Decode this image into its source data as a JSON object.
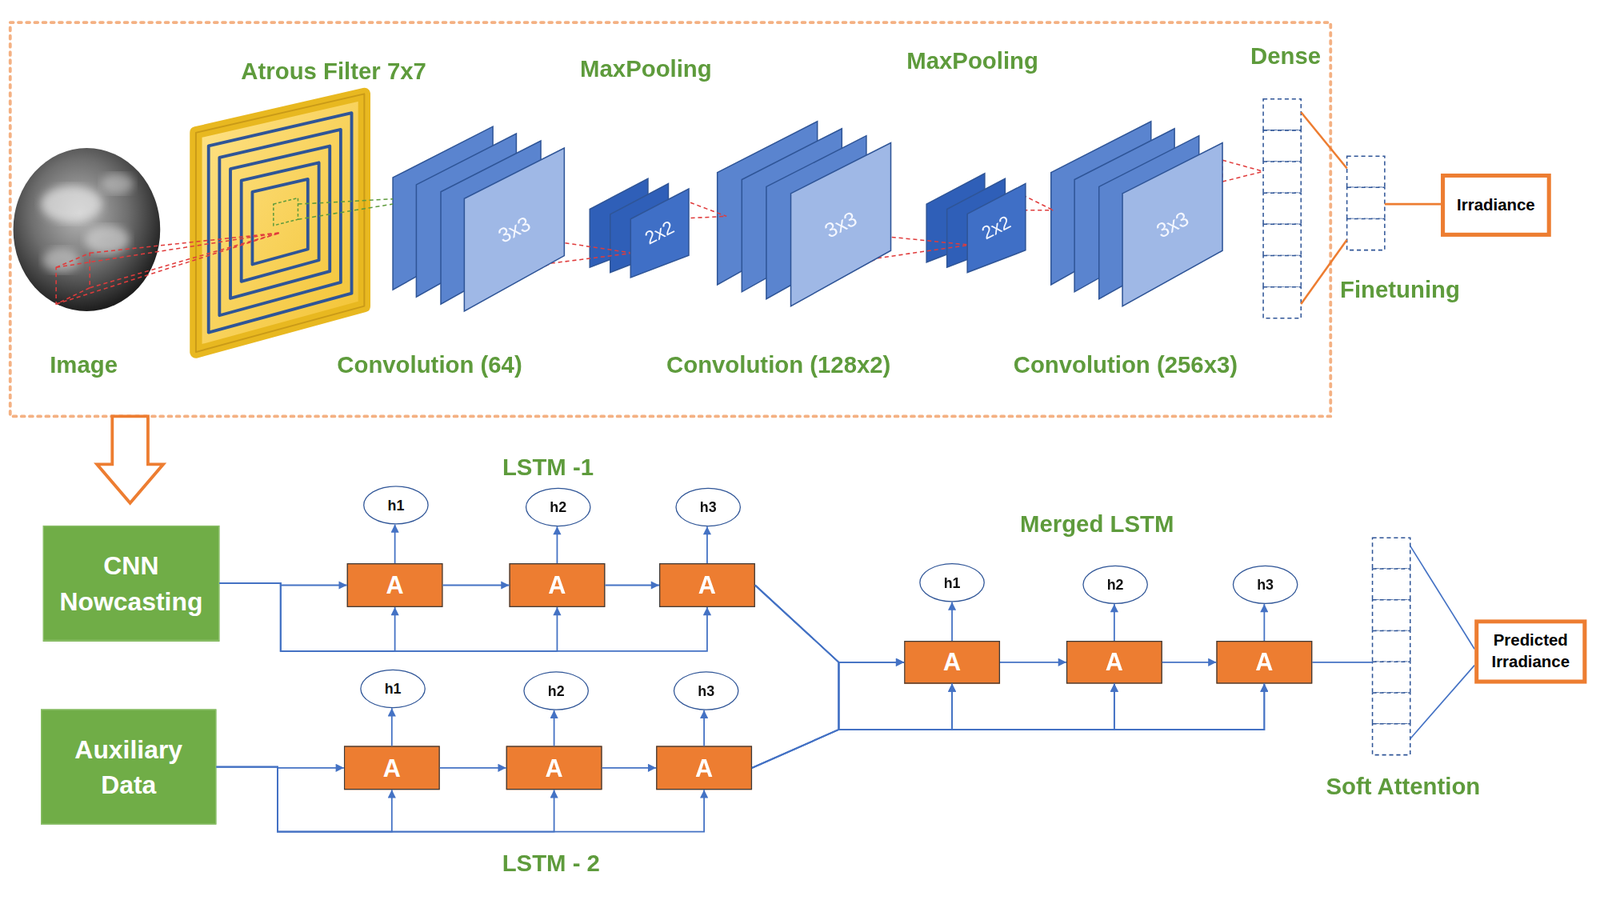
{
  "diagram": {
    "nodes": [
      {
        "text": [
          "3x3"
        ]
      },
      {
        "text": [
          "2x2"
        ]
      },
      {
        "text": [
          "3x3"
        ]
      },
      {
        "text": [
          "2x2"
        ]
      },
      {
        "text": [
          "3x3"
        ]
      },
      {
        "text": [
          "Irradiance"
        ]
      },
      {
        "text": [
          "CNN Nowcasting"
        ]
      },
      {
        "text": [
          "h1"
        ]
      },
      {
        "text": [
          "h2"
        ]
      },
      {
        "text": [
          "h3"
        ]
      },
      {
        "text": [
          "A"
        ]
      },
      {
        "text": [
          "A"
        ]
      },
      {
        "text": [
          "A"
        ]
      },
      {
        "text": [
          "h1"
        ]
      },
      {
        "text": [
          "h2"
        ]
      },
      {
        "text": [
          "h3"
        ]
      },
      {
        "text": [
          "A"
        ]
      },
      {
        "text": [
          "A"
        ]
      },
      {
        "text": [
          "A"
        ]
      },
      {
        "text": [
          "Predicted Irradiance"
        ]
      },
      {
        "text": [
          "Auxiliary Data"
        ]
      },
      {
        "text": [
          "h1"
        ]
      },
      {
        "text": [
          "h2"
        ]
      },
      {
        "text": [
          "h3"
        ]
      },
      {
        "text": [
          "A"
        ]
      },
      {
        "text": [
          "A"
        ]
      },
      {
        "text": [
          "A"
        ]
      }
    ],
    "edges": [
      {
        "from": 6,
        "to": 10,
        "arrow": "to"
      },
      {
        "from": 6,
        "to": 11,
        "arrow": "to"
      },
      {
        "from": 6,
        "to": 12,
        "arrow": "to"
      },
      {
        "from": 10,
        "to": 11,
        "arrow": "to"
      },
      {
        "from": 11,
        "to": 12,
        "arrow": "to"
      },
      {
        "from": 10,
        "to": 7,
        "arrow": "to"
      },
      {
        "from": 11,
        "to": 8,
        "arrow": "to"
      },
      {
        "from": 12,
        "to": 9,
        "arrow": "to"
      },
      {
        "from": 20,
        "to": 24,
        "arrow": "to"
      },
      {
        "from": 20,
        "to": 25,
        "arrow": "to"
      },
      {
        "from": 20,
        "to": 26,
        "arrow": "to"
      },
      {
        "from": 24,
        "to": 25,
        "arrow": "to"
      },
      {
        "from": 25,
        "to": 26,
        "arrow": "to"
      },
      {
        "from": 24,
        "to": 21,
        "arrow": "to"
      },
      {
        "from": 25,
        "to": 22,
        "arrow": "to"
      },
      {
        "from": 26,
        "to": 23,
        "arrow": "to"
      },
      {
        "from": 12,
        "to": 16,
        "arrow": "to"
      },
      {
        "from": 12,
        "to": 17,
        "arrow": "to"
      },
      {
        "from": 12,
        "to": 18,
        "arrow": "to"
      },
      {
        "from": 26,
        "to": 16,
        "arrow": "to"
      },
      {
        "from": 26,
        "to": 17,
        "arrow": "to"
      },
      {
        "from": 26,
        "to": 18,
        "arrow": "to"
      },
      {
        "from": 16,
        "to": 17,
        "arrow": "to"
      },
      {
        "from": 17,
        "to": 18,
        "arrow": "to"
      },
      {
        "from": 16,
        "to": 13,
        "arrow": "to"
      },
      {
        "from": 17,
        "to": 14,
        "arrow": "to"
      },
      {
        "from": 18,
        "to": 15,
        "arrow": "to"
      }
    ],
    "labels": [
      "Atrous Filter 7x7",
      "MaxPooling",
      "MaxPooling",
      "Dense",
      "Image",
      "Convolution (64)",
      "Convolution (128x2)",
      "Convolution (256x3)",
      "Finetuning",
      "LSTM -1",
      "Merged LSTM",
      "Soft Attention",
      "LSTM - 2"
    ]
  }
}
